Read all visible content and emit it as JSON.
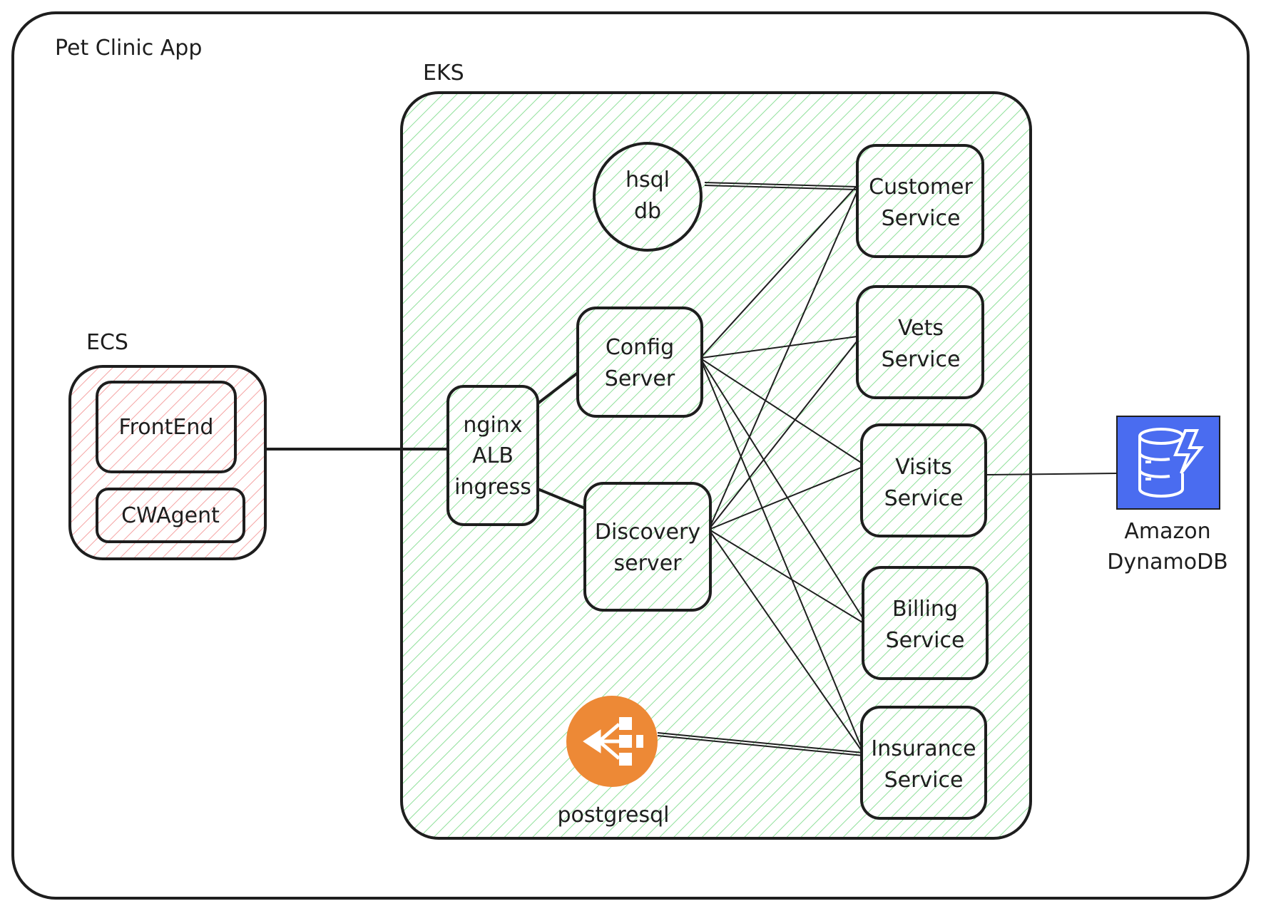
{
  "diagram": {
    "app_title": "Pet Clinic App",
    "ecs": {
      "label": "ECS",
      "items": [
        "FrontEnd",
        "CWAgent"
      ]
    },
    "eks": {
      "label": "EKS",
      "hsqldb": [
        "hsql",
        "db"
      ],
      "nginx": [
        "nginx",
        "ALB",
        "ingress"
      ],
      "config_server": [
        "Config",
        "Server"
      ],
      "discovery_server": [
        "Discovery",
        "server"
      ],
      "postgresql": "postgresql",
      "services": {
        "customer": [
          "Customer",
          "Service"
        ],
        "vets": [
          "Vets",
          "Service"
        ],
        "visits": [
          "Visits",
          "Service"
        ],
        "billing": [
          "Billing",
          "Service"
        ],
        "insurance": [
          "Insurance",
          "Service"
        ]
      }
    },
    "dynamodb": [
      "Amazon",
      "DynamoDB"
    ],
    "icons": {
      "postgresql": "load-balancer-icon",
      "dynamodb": "dynamodb-icon"
    },
    "colors": {
      "eks_hatch": "#8fe09a",
      "ecs_hatch": "#f5a3a3",
      "postgres_icon": "#ed8936",
      "dynamodb_icon": "#4a6cf0",
      "stroke": "#1e1e1e"
    }
  }
}
